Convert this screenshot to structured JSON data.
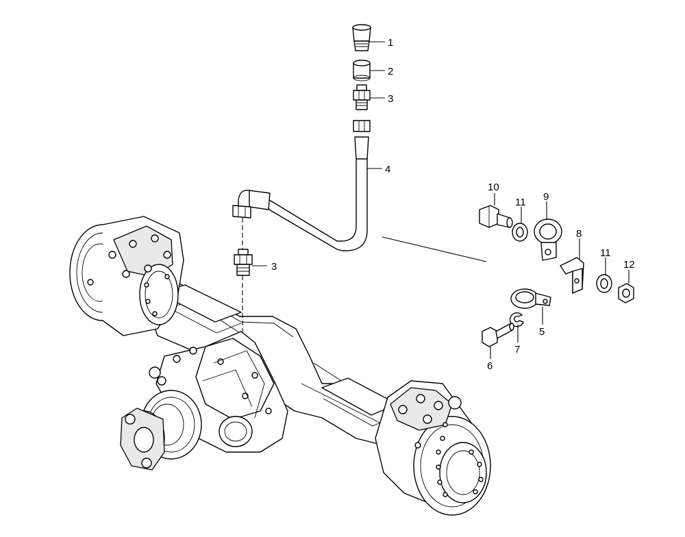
{
  "callouts": {
    "c1": "1",
    "c2": "2",
    "c3a": "3",
    "c4": "4",
    "c3b": "3",
    "c10": "10",
    "c11a": "11",
    "c9": "9",
    "c8": "8",
    "c11b": "11",
    "c12": "12",
    "c5": "5",
    "c7": "7",
    "c6": "6"
  }
}
